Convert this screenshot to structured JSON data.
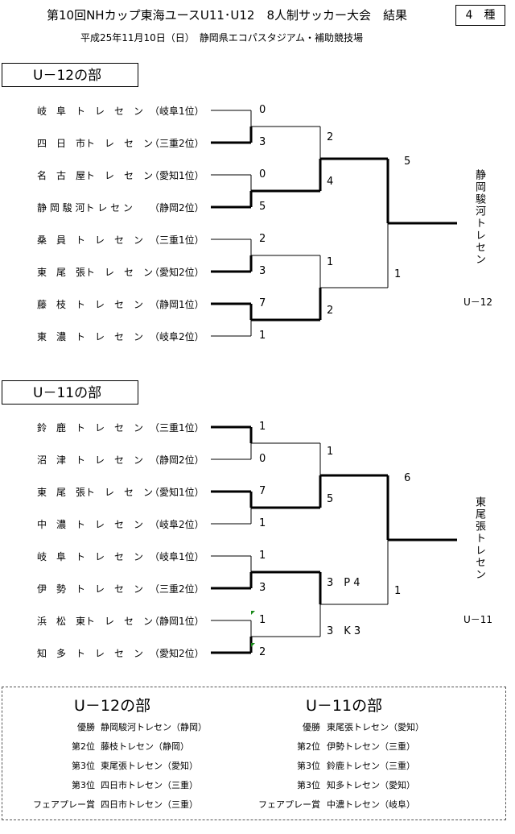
{
  "header": {
    "title": "第10回NHカップ東海ユースU11･U12　8人制サッカー大会　結果",
    "division": "4　種",
    "subtitle": "平成25年11月10日（日）　静岡県エコパスタジアム・補助競技場"
  },
  "u12": {
    "label": "U－12の部",
    "teams": [
      {
        "name": "岐　阜　ト　レ　セ　ン",
        "pref": "（岐阜1位）"
      },
      {
        "name": "四　日　市ト　レ　セ　ン",
        "pref": "（三重2位）"
      },
      {
        "name": "名　古　屋ト　レ　セ　ン",
        "pref": "（愛知1位）"
      },
      {
        "name": "静 岡 駿 河ト レ セ ン",
        "pref": "（静岡2位）"
      },
      {
        "name": "桑　員　ト　レ　セ　ン",
        "pref": "（三重1位）"
      },
      {
        "name": "東　尾　張ト　レ　セ　ン",
        "pref": "（愛知2位）"
      },
      {
        "name": "藤　枝　ト　レ　セ　ン",
        "pref": "（静岡1位）"
      },
      {
        "name": "東　濃　ト　レ　セ　ン",
        "pref": "（岐阜2位）"
      }
    ],
    "r1_scores": [
      "0",
      "3",
      "0",
      "5",
      "2",
      "3",
      "7",
      "1"
    ],
    "r2_scores": [
      "2",
      "4",
      "1",
      "2"
    ],
    "sf_scores": [
      "5",
      "1"
    ],
    "champion": "静岡駿河トレセン",
    "champion_label": "U－12"
  },
  "u11": {
    "label": "U－11の部",
    "teams": [
      {
        "name": "鈴　鹿　ト　レ　セ　ン",
        "pref": "（三重1位）"
      },
      {
        "name": "沼　津　ト　レ　セ　ン",
        "pref": "（静岡2位）"
      },
      {
        "name": "東　尾　張ト　レ　セ　ン",
        "pref": "（愛知1位）"
      },
      {
        "name": "中　濃　ト　レ　セ　ン",
        "pref": "（岐阜2位）"
      },
      {
        "name": "岐　阜　ト　レ　セ　ン",
        "pref": "（岐阜1位）"
      },
      {
        "name": "伊　勢　ト　レ　セ　ン",
        "pref": "（三重2位）"
      },
      {
        "name": "浜　松　東ト　レ　セ　ン",
        "pref": "（静岡1位）"
      },
      {
        "name": "知　多　ト　レ　セ　ン",
        "pref": "（愛知2位）"
      }
    ],
    "r1_scores": [
      "1",
      "0",
      "7",
      "1",
      "1",
      "3",
      "1",
      "2"
    ],
    "r2_scores": [
      "1",
      "5",
      "3　P 4",
      "3　K 3"
    ],
    "sf_scores": [
      "6",
      "1"
    ],
    "champion": "東尾張トレセン",
    "champion_label": "U－11"
  },
  "results": {
    "u12": {
      "heading": "U－12の部",
      "rows": [
        {
          "rank": "優勝",
          "team": "静岡駿河トレセン（静岡）"
        },
        {
          "rank": "第2位",
          "team": "藤枝トレセン（静岡）"
        },
        {
          "rank": "第3位",
          "team": "東尾張トレセン（愛知）"
        },
        {
          "rank": "第3位",
          "team": "四日市トレセン（三重）"
        },
        {
          "rank": "フェアプレー賞",
          "team": "四日市トレセン（三重）"
        }
      ]
    },
    "u11": {
      "heading": "U－11の部",
      "rows": [
        {
          "rank": "優勝",
          "team": "東尾張トレセン（愛知）"
        },
        {
          "rank": "第2位",
          "team": "伊勢トレセン（三重）"
        },
        {
          "rank": "第3位",
          "team": "鈴鹿トレセン（三重）"
        },
        {
          "rank": "第3位",
          "team": "知多トレセン（愛知）"
        },
        {
          "rank": "フェアプレー賞",
          "team": "中濃トレセン（岐阜）"
        }
      ]
    }
  }
}
